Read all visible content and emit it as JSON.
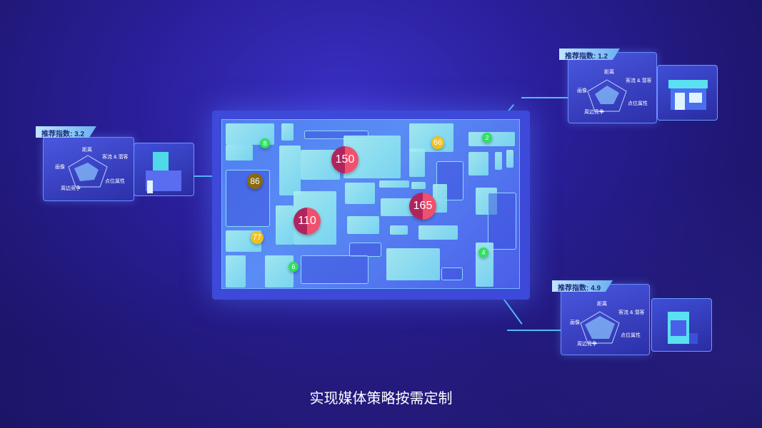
{
  "caption": "实现媒体策略按需定制",
  "panels": [
    {
      "index_label": "推荐指数: 3.2",
      "radar": {
        "top": "距离",
        "top_right": "客流 & 潜客",
        "right": "点位属性",
        "bottom": "周边竞争",
        "left": "画像"
      },
      "icon": "building-icon"
    },
    {
      "index_label": "推荐指数: 1.2",
      "radar": {
        "top": "距离",
        "top_right": "客流 & 潜客",
        "right": "点位属性",
        "bottom": "周边竞争",
        "left": "画像"
      },
      "icon": "storefront-icon"
    },
    {
      "index_label": "推荐指数: 4.9",
      "radar": {
        "top": "距离",
        "top_right": "客流 & 潜客",
        "right": "点位属性",
        "bottom": "周边竞争",
        "left": "画像"
      },
      "icon": "kiosk-icon"
    }
  ],
  "markers": [
    "8",
    "150",
    "66",
    "2",
    "86",
    "165",
    "110",
    "77",
    "4",
    "6"
  ],
  "colors": {
    "accent": "#4fc0f0",
    "hot": "#f0506e",
    "warm": "#f0c020",
    "cool": "#30e060"
  }
}
